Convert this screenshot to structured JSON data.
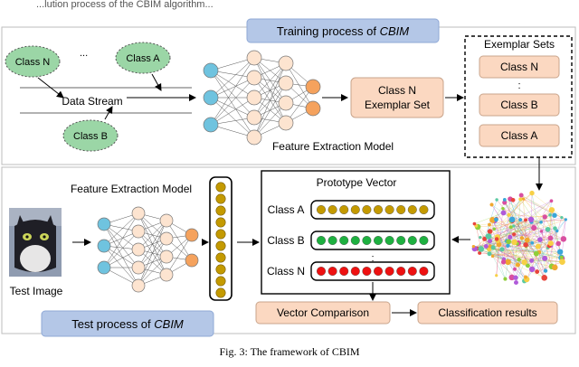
{
  "top_fragment": "...lution process of the CBIM algorithm...",
  "training_title_prefix": "Training process of ",
  "training_title_em": "CBIM",
  "test_title_prefix": "Test process of ",
  "test_title_em": "CBIM",
  "clouds": {
    "class_n": "Class N",
    "class_a": "Class A",
    "class_b": "Class B",
    "ellipsis": "..."
  },
  "data_stream": "Data Stream",
  "feature_model_top": "Feature Extraction Model",
  "feature_model_bottom": "Feature Extraction Model",
  "class_n_exemplar_line1": "Class N",
  "class_n_exemplar_line2": "Exemplar Set",
  "exemplar_sets": {
    "title": "Exemplar Sets",
    "items": [
      "Class N",
      "Class B",
      "Class A"
    ],
    "ellipsis": ":"
  },
  "prototype": {
    "title": "Prototype Vector",
    "rows": [
      {
        "label": "Class A",
        "color": "#c49a00"
      },
      {
        "label": "Class B",
        "color": "#1eb040"
      },
      {
        "label": "Class N",
        "color": "#ee1111"
      }
    ],
    "ellipsis": ":"
  },
  "test_image_label": "Test Image",
  "vector_comparison": "Vector Comparison",
  "classification_results": "Classification results",
  "caption": "Fig. 3: The framework of CBIM",
  "colors": {
    "exemplar_box": "#fbd8c1",
    "title_box": "#b4c7e7",
    "cloud": "#9bd6a6",
    "node_blue": "#6fc3df",
    "node_peach": "#fde4d0",
    "node_orange": "#f5a25d",
    "feature_vector": "#c49a00"
  }
}
